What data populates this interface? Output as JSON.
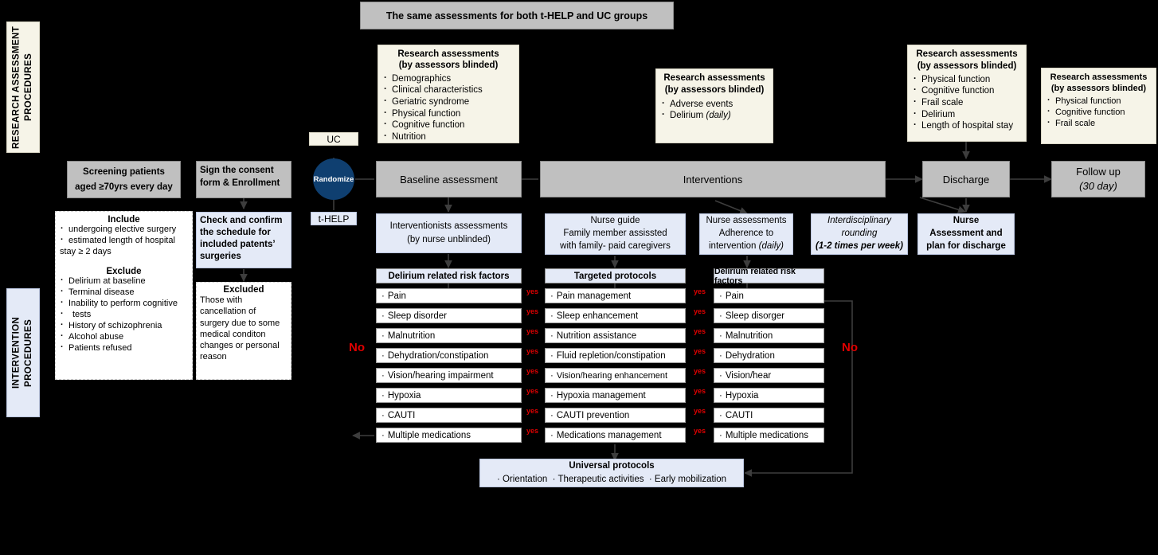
{
  "sidebar": {
    "research_label": "RESEARCH ASSESSMENT PROCEDURES",
    "intervention_label": "INTERVENTION PROCEDURES"
  },
  "top_banner": {
    "text": "The same  assessments for both t-HELP and UC groups"
  },
  "assessments": {
    "baseline": {
      "title1": "Research assessments",
      "title2": "(by assessors blinded)",
      "items": [
        "Demographics",
        "Clinical characteristics",
        "Geriatric syndrome",
        "Physical function",
        "Cognitive  function",
        "Nutrition"
      ]
    },
    "during": {
      "title1": "Research assessments",
      "title2": "(by assessors blinded)",
      "items": [
        "Adverse events",
        "Delirium"
      ],
      "item2_italic": "(daily)"
    },
    "discharge": {
      "title1": "Research assessments",
      "title2": "(by assessors blinded)",
      "items": [
        "Physical function",
        "Cognitive  function",
        "Frail scale",
        "Delirium",
        "Length of hospital stay"
      ]
    },
    "followup": {
      "title1": "Research assessments",
      "title2": "(by assessors blinded)",
      "items": [
        "Physical function",
        "Cognitive  function",
        "Frail scale"
      ]
    }
  },
  "flow": {
    "screening": {
      "line1": "Screening patients",
      "line2": "aged ≥70yrs every day"
    },
    "consent": {
      "line1": "Sign the consent",
      "line2": "form & Enrollment"
    },
    "include": {
      "heading": "Include",
      "items": [
        "undergoing elective surgery",
        "estimated length of hospital"
      ],
      "tail": "stay ≥ 2 days",
      "exclude_heading": "Exclude",
      "exclude_items": [
        "Delirium at baseline",
        "Terminal disease",
        "Inability to perform cognitive",
        "tests",
        "History of schizophrenia",
        "Alcohol abuse",
        "Patients refused"
      ]
    },
    "check": {
      "text": "Check and confirm the schedule for included patents’ surgeries"
    },
    "excluded": {
      "heading": "Excluded",
      "text": "Those with cancellation of surgery due to some medical conditon changes or personal reason"
    },
    "uc_label": "UC",
    "randomize_label": "Randomize",
    "thelp_label": "t-HELP",
    "baseline_assessment": "Baseline assessment",
    "interventions": "Interventions",
    "discharge": "Discharge",
    "followup": {
      "line1": "Follow up",
      "line2": "(30 day)"
    }
  },
  "intervention": {
    "interventionists": {
      "line1": "Interventionists assessments",
      "line2": "(by nurse unblinded)"
    },
    "nurse_guide": {
      "line1": "Nurse guide",
      "line2": "Family member assissted",
      "line3": "with family- paid caregivers"
    },
    "nurse_assessments": {
      "line1": "Nurse assessments",
      "line2": "Adherence to",
      "line3": "intervention",
      "line3_italic": "(daily)"
    },
    "interdisciplinary": {
      "line1": "Interdisciplinary",
      "line2": "rounding",
      "line3_italic": "(1-2 times per week)"
    },
    "nurse_discharge": {
      "line1": "Nurse",
      "line2": "Assessment and",
      "line3": "plan for discharge"
    },
    "col_titles": {
      "left": "Delirium related risk factors",
      "middle": "Targeted protocols",
      "right": "Delirium related risk factors"
    },
    "risk_factors_left": [
      "Pain",
      "Sleep disorder",
      "Malnutrition",
      "Dehydration/constipation",
      "Vision/hearing impairment",
      "Hypoxia",
      "CAUTI",
      "Multiple medications"
    ],
    "targeted_protocols": [
      "Pain management",
      "Sleep enhancement",
      "Nutrition assistance",
      "Fluid repletion/constipation",
      "Vision/hearing enhancement",
      "Hypoxia management",
      "CAUTI prevention",
      "Medications management"
    ],
    "risk_factors_right": [
      "Pain",
      "Sleep disorger",
      "Malnutrition",
      "Dehydration",
      "Vision/hear",
      "Hypoxia",
      "CAUTI",
      "Multiple medications"
    ],
    "yes_label": "yes",
    "no_label": "No",
    "universal": {
      "heading": "Universal protocols",
      "items": [
        "Orientation",
        "Therapeutic activities",
        "Early mobilization"
      ]
    }
  },
  "colors": {
    "gray_box": "#c0c0c0",
    "cream_box": "#f6f4e8",
    "blue_box": "#e4eaf7",
    "randomize_circle": "#0f3f70",
    "red_text": "#e00000",
    "background": "#000000"
  }
}
